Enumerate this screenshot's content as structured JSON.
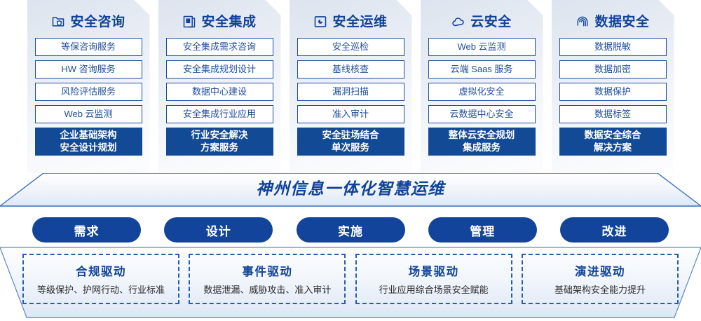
{
  "pillars": [
    {
      "icon": "folder-shield-icon",
      "title": "安全咨询",
      "services": [
        "等保咨询服务",
        "HW 咨询服务",
        "风险评估服务",
        "Web 云监测"
      ],
      "highlight": [
        "企业基础架构",
        "安全设计规划"
      ]
    },
    {
      "icon": "documents-stack-icon",
      "title": "安全集成",
      "services": [
        "安全集成需求咨询",
        "安全集成规划设计",
        "数据中心建设",
        "安全集成行业应用"
      ],
      "highlight": [
        "行业安全解决",
        "方案服务"
      ]
    },
    {
      "icon": "monitor-chart-icon",
      "title": "安全运维",
      "services": [
        "安全巡检",
        "基线核查",
        "漏洞扫描",
        "准入审计"
      ],
      "highlight": [
        "安全驻场结合",
        "单次服务"
      ]
    },
    {
      "icon": "cloud-icon",
      "title": "云安全",
      "services": [
        "Web 云监测",
        "云端 Saas 服务",
        "虚拟化安全",
        "云数据中心安全"
      ],
      "highlight": [
        "整体云安全规划",
        "集成服务"
      ]
    },
    {
      "icon": "fingerprint-icon",
      "title": "数据安全",
      "services": [
        "数据脱敏",
        "数据加密",
        "数据保护",
        "数据标签"
      ],
      "highlight": [
        "数据安全综合",
        "解决方案"
      ]
    }
  ],
  "banner": {
    "title": "神州信息一体化智慧运维"
  },
  "phases": [
    {
      "label": "需求"
    },
    {
      "label": "设计"
    },
    {
      "label": "实施"
    },
    {
      "label": "管理"
    },
    {
      "label": "改进"
    }
  ],
  "drivers": [
    {
      "title": "合规驱动",
      "desc": "等级保护、护网行动、行业标准"
    },
    {
      "title": "事件驱动",
      "desc": "数据泄漏、威胁攻击、准入审计"
    },
    {
      "title": "场景驱动",
      "desc": "行业应用综合场景安全赋能"
    },
    {
      "title": "演进驱动",
      "desc": "基础架构安全能力提升"
    }
  ],
  "colors": {
    "brand_blue": "#11439a",
    "deep_blue": "#134a96",
    "card_bg_light": "#f3f6fa",
    "card_bg_dark": "#dde4ef",
    "dashed_border": "#2a5cad"
  }
}
